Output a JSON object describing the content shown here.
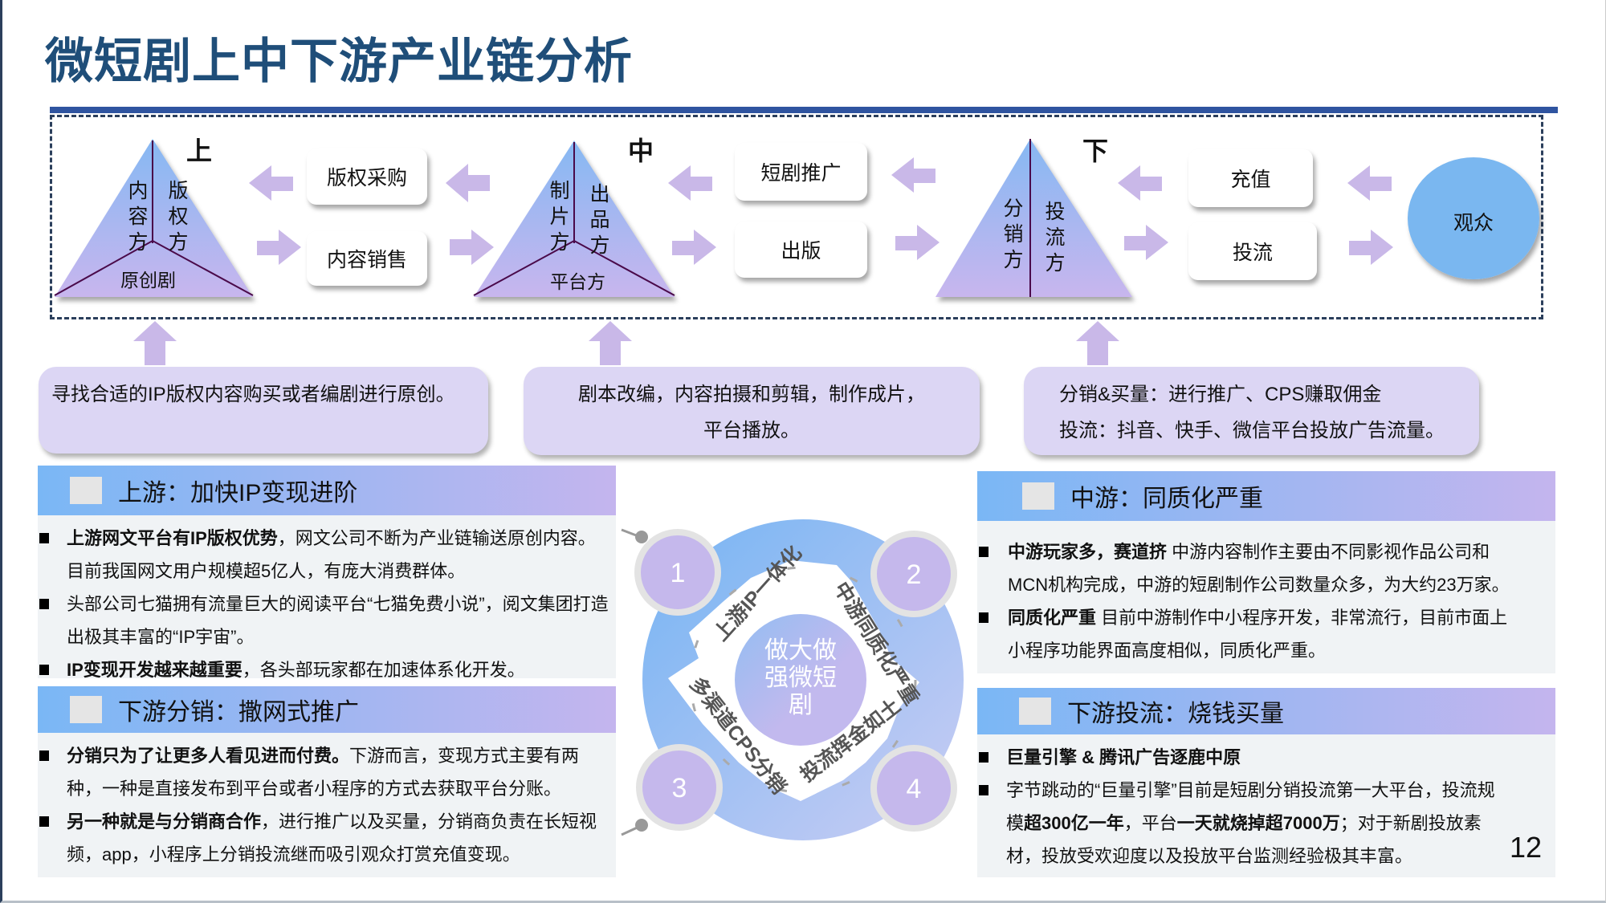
{
  "title": "微短剧上中下游产业链分析",
  "chain": {
    "upstream": {
      "level": "上",
      "left": "内容方",
      "right": "版权方",
      "bottom": "原创剧"
    },
    "midstream": {
      "level": "中",
      "left": "制片方",
      "right": "出品方",
      "bottom": "平台方"
    },
    "downstream": {
      "level": "下",
      "left": "分销方",
      "right": "投流方"
    },
    "boxes": {
      "copyright_purchase": "版权采购",
      "content_sales": "内容销售",
      "promotion": "短剧推广",
      "publish": "出版",
      "recharge": "充值",
      "ad_flow": "投流"
    },
    "audience": "观众"
  },
  "descriptions": [
    {
      "lines": [
        "寻找合适的IP版权内容购买或者编剧进行原创。"
      ]
    },
    {
      "lines": [
        "剧本改编，内容拍摄和剪辑，制作成片，",
        "平台播放。"
      ]
    },
    {
      "lines": [
        "分销&买量：进行推广、CPS赚取佣金",
        "投流：抖音、快手、微信平台投放广告流量。"
      ]
    }
  ],
  "center": {
    "core": "做大做强微短剧",
    "segments": [
      "上游IP一体化",
      "中游同质化严重",
      "多渠道CPS分销",
      "投流挥金如土"
    ],
    "numbers": [
      "1",
      "2",
      "3",
      "4"
    ]
  },
  "panels": {
    "upstream": {
      "title": "上游：加快IP变现进阶",
      "items": [
        {
          "bold": "上游网文平台有IP版权优势",
          "text": "，网文公司不断为产业链输送原创内容。目前我国网文用户规模超5亿人，有庞大消费群体。"
        },
        {
          "bold": "",
          "text": "头部公司七猫拥有流量巨大的阅读平台“七猫免费小说”，阅文集团打造出极其丰富的“IP宇宙”。"
        },
        {
          "bold": "IP变现开发越来越重要",
          "text": "，各头部玩家都在加速体系化开发。"
        }
      ]
    },
    "distribution": {
      "title": "下游分销：撒网式推广",
      "items": [
        {
          "bold": "分销只为了让更多人看见进而付费。",
          "text": "下游而言，变现方式主要有两种，一种是直接发布到平台或者小程序的方式去获取平台分账。"
        },
        {
          "bold": "另一种就是与分销商合作",
          "text": "，进行推广以及买量，分销商负责在长短视频，app，小程序上分销投流继而吸引观众打赏充值变现。"
        }
      ]
    },
    "midstream": {
      "title": "中游：同质化严重",
      "items": [
        {
          "bold": "中游玩家多，赛道挤",
          "text": " 中游内容制作主要由不同影视作品公司和MCN机构完成，中游的短剧制作公司数量众多，为大约23万家。"
        },
        {
          "bold": "同质化严重",
          "text": "  目前中游制作中小程序开发，非常流行，目前市面上小程序功能界面高度相似，同质化严重。"
        }
      ]
    },
    "adflow": {
      "title": "下游投流：烧钱买量",
      "items": [
        {
          "b1": "巨量引擎 & 腾讯广告逐鹿中原"
        },
        {
          "t1": "字节跳动的“巨量引擎”目前是短剧分销投流第一大平台，投流规模",
          "b2": "超300亿一年",
          "t2": "，平台",
          "b3": "一天就烧掉超7000万",
          "t3": "；对于新剧投放素材，投放受欢迎度以及投放平台监测经验极其丰富。"
        }
      ]
    }
  },
  "page_number": "12",
  "colors": {
    "title": "#1f4e79",
    "bar": "#2f54a0",
    "arrow": "#c9b8e8",
    "audience": "#7ab7f0"
  }
}
